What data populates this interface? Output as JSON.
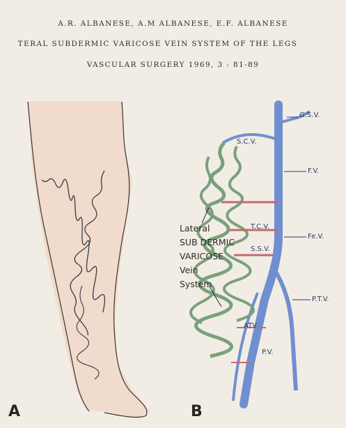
{
  "header": {
    "authors": "A.R. ALBANESE, A.M ALBANESE, E.F. ALBANESE",
    "title": "TERAL SUBDERMIC VARICOSE VEIN SYSTEM OF THE LEGS",
    "citation": "VASCULAR SURGERY 1969, 3 : 81-89"
  },
  "panels": {
    "a": "A",
    "b": "B"
  },
  "vein_labels": {
    "gsv": "G.S.V.",
    "fv": "F.V.",
    "fev": "Fe.V.",
    "ptv": "P.T.V.",
    "atv": "ATV",
    "pv": "P.V.",
    "vsv": "S.C.V.",
    "ssv": "S.S.V.",
    "tcv": "T.C.V."
  },
  "note_lines": [
    "Lateral",
    "SUB DERMIC",
    "VARICOSE",
    "Vein",
    "System"
  ],
  "colors": {
    "paper": "#f2ede4",
    "skin_tint": "#e8b99c",
    "vein_blue": "#6f8fd0",
    "varicose_green": "#7aa07c",
    "ink": "#2b2b2b"
  }
}
